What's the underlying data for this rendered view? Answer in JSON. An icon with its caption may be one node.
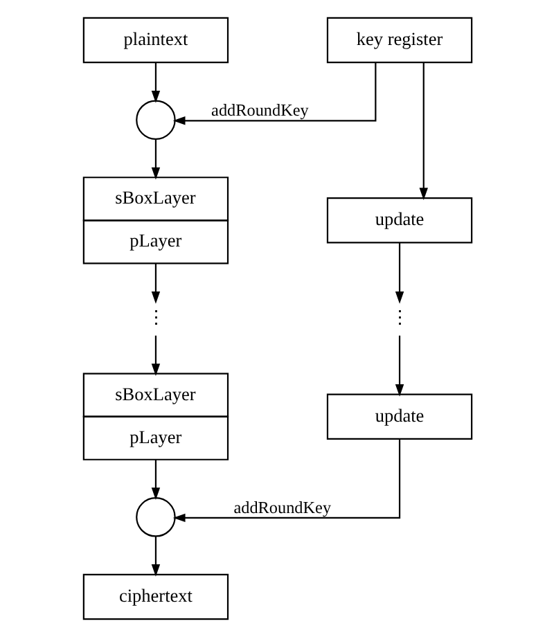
{
  "diagram": {
    "nodes": [
      {
        "text": [
          "plaintext"
        ]
      },
      {
        "text": [
          "key register"
        ]
      },
      {
        "text": [],
        "shape": "circle"
      },
      {
        "text": [
          "sBoxLayer",
          "pLayer"
        ]
      },
      {
        "text": [
          "update"
        ]
      },
      {
        "text": [
          "⋮"
        ]
      },
      {
        "text": [
          "⋮"
        ]
      },
      {
        "text": [
          "sBoxLayer",
          "pLayer"
        ]
      },
      {
        "text": [
          "update"
        ]
      },
      {
        "text": [],
        "shape": "circle"
      },
      {
        "text": [
          "ciphertext"
        ]
      }
    ],
    "edges": [
      {
        "from": 0,
        "to": 2,
        "arrow": "to"
      },
      {
        "from": 1,
        "to": 2,
        "arrow": "to",
        "label": "addRoundKey"
      },
      {
        "from": 1,
        "to": 4,
        "arrow": "to"
      },
      {
        "from": 2,
        "to": 3,
        "arrow": "to"
      },
      {
        "from": 3,
        "to": 5,
        "arrow": "to"
      },
      {
        "from": 4,
        "to": 6,
        "arrow": "to"
      },
      {
        "from": 5,
        "to": 7,
        "arrow": "to"
      },
      {
        "from": 6,
        "to": 8,
        "arrow": "to"
      },
      {
        "from": 7,
        "to": 9,
        "arrow": "to"
      },
      {
        "from": 8,
        "to": 9,
        "arrow": "to",
        "label": "addRoundKey"
      },
      {
        "from": 9,
        "to": 10,
        "arrow": "to"
      }
    ]
  }
}
